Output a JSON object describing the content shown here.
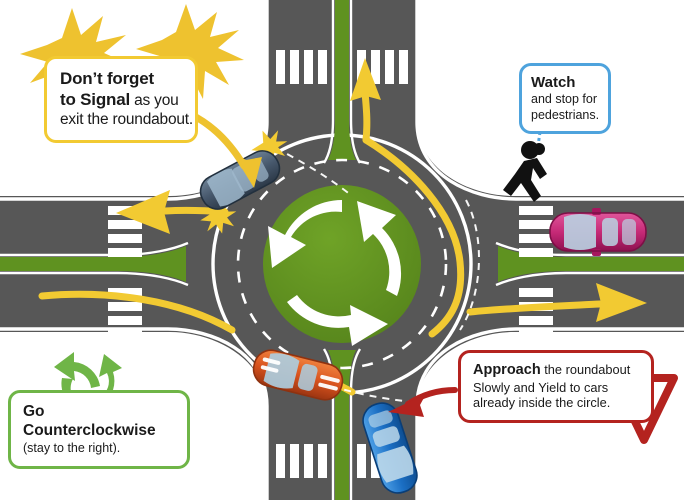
{
  "title": "Roundabout Driving Rules Infographic",
  "colors": {
    "road": "#575757",
    "road_edge": "#ffffff",
    "median_green": "#5f9220",
    "island_green": "#5f9220",
    "arrow_yellow": "#f2ca32",
    "callout_signal_border": "#f2ca32",
    "callout_watch_border": "#4ea3dd",
    "callout_counter_border": "#6fb547",
    "callout_approach_border": "#b4231f",
    "yield_sign": "#b4231f",
    "pedestrian": "#111111",
    "car_grey_blue": "#46576b",
    "car_pink": "#c62a77",
    "car_orange": "#d9531e",
    "car_blue": "#1b6fc4",
    "background": "#ffffff"
  },
  "callouts": {
    "signal": {
      "name": "Don't forget to Signal",
      "line1_strong": "Don’t forget",
      "line2_strong": "to Signal",
      "line2_rest": " as you",
      "line3": "exit the roundabout."
    },
    "watch": {
      "name": "Watch for pedestrians",
      "line1_strong": "Watch",
      "line2": "and stop for",
      "line3": "pedestrians."
    },
    "counterclockwise": {
      "name": "Go Counterclockwise",
      "line1_strong": "Go",
      "line2_strong": "Counterclockwise",
      "line3": "(stay to the right)."
    },
    "approach": {
      "name": "Approach the roundabout",
      "line1_strong": "Approach",
      "line1_rest": " the roundabout",
      "line2": "Slowly and Yield to cars",
      "line3": "already inside the circle."
    }
  },
  "icons": {
    "recycle_arrows": "counterclockwise-arrows-icon",
    "pedestrian": "pedestrian-walking-icon",
    "yield": "yield-triangle-icon",
    "burst": "signal-flash-burst-icon"
  },
  "scene": {
    "central_island_label": "central-island",
    "circulating_arrows_count": 3,
    "crosswalks": 4,
    "crosswalk_stripes_per_half": 5,
    "cars": [
      {
        "name": "car-exiting-west",
        "color": "#46576b",
        "state": "signaling"
      },
      {
        "name": "car-waiting-east",
        "color": "#c62a77",
        "state": "approaching"
      },
      {
        "name": "car-circulating-south",
        "color": "#d9531e",
        "state": "circulating"
      },
      {
        "name": "car-entering-south",
        "color": "#1b6fc4",
        "state": "yielding"
      }
    ]
  }
}
